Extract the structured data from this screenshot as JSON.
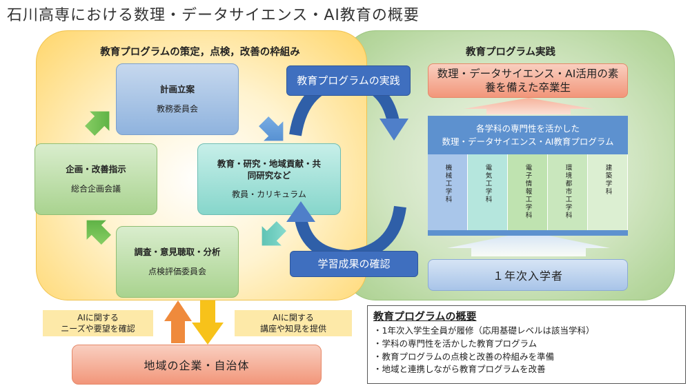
{
  "title": "石川高専における数理・データサイエンス・AI教育の概要",
  "left_panel": {
    "heading": "教育プログラムの策定，点検，改善の枠組み",
    "planning": {
      "title": "計画立案",
      "sub": "教務委員会"
    },
    "directive": {
      "title": "企画・改善指示",
      "sub": "総合企画会議"
    },
    "survey": {
      "title": "調査・意見聴取・分析",
      "sub": "点検評価委員会"
    },
    "edu": {
      "title": "教育・研究・地域貢献・共同研究など",
      "sub": "教員・カリキュラム"
    }
  },
  "right_panel": {
    "heading": "教育プログラム実践",
    "graduates": "数理・データサイエンス・AI活用の素養を備えた卒業生",
    "program_line1": "各学科の専門性を活かした",
    "program_line2": "数理・データサイエンス・AI教育プログラム",
    "departments": [
      "機械工学科",
      "電気工学科",
      "電子情報工学科",
      "環境都市工学科",
      "建築学科"
    ],
    "department_colors": [
      "#a9c6ea",
      "#b5e6dd",
      "#bfe3b0",
      "#c9e7bd",
      "#dcefd2"
    ],
    "entrants": "１年次入学者"
  },
  "cycle": {
    "practice_label": "教育プログラムの実践",
    "confirm_label": "学習成果の確認"
  },
  "bottom": {
    "note_left": [
      "AIに関する",
      "ニーズや要望を確認"
    ],
    "note_right": [
      "AIに関する",
      "講座や知見を提供"
    ],
    "community": "地域の企業・自治体"
  },
  "summary": {
    "heading": "教育プログラムの概要",
    "items": [
      "・1年次入学生全員が履修（応用基礎レベルは該当学科）",
      "・学科の専門性を活かした教育プログラム",
      "・教育プログラムの点検と改善の枠組みを準備",
      "・地域と連携しながら教育プログラムを改善"
    ]
  },
  "colors": {
    "left_panel": "#ffd66b",
    "right_panel": "#a7cf8a",
    "blue_accent": "#3f6fbf",
    "salmon": "#f2967a",
    "green_arrow": "#6dbb45",
    "orange_arrow": "#ef8a3c",
    "yellow_arrow": "#f7c21a"
  }
}
